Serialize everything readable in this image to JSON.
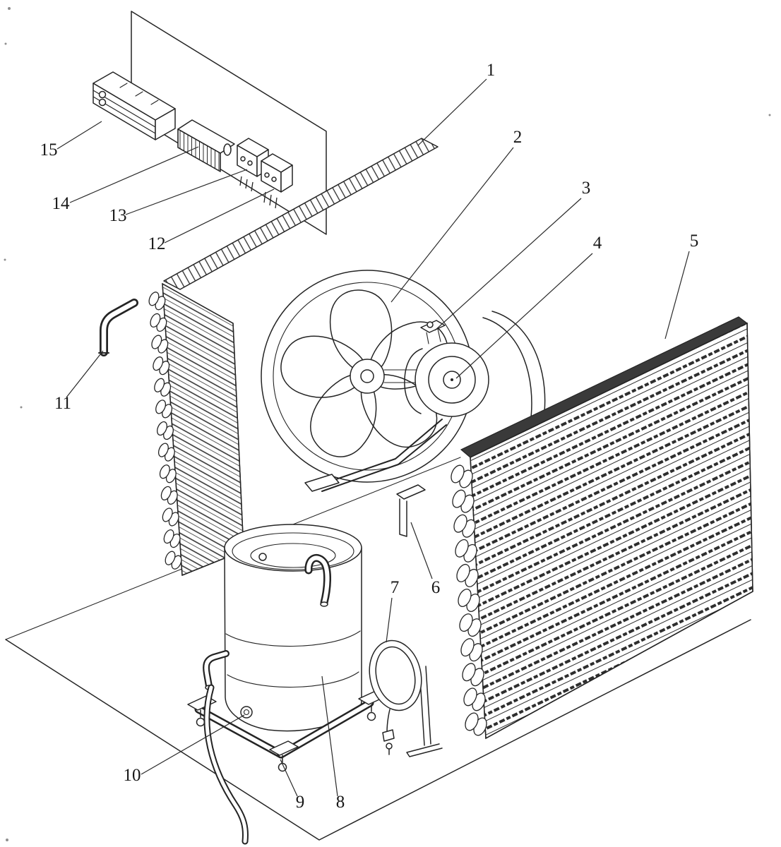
{
  "figure": {
    "background": "#ffffff",
    "ink": "#242424"
  },
  "labels": [
    "1",
    "2",
    "3",
    "4",
    "5",
    "6",
    "7",
    "8",
    "9",
    "10",
    "11",
    "12",
    "13",
    "14",
    "15"
  ]
}
